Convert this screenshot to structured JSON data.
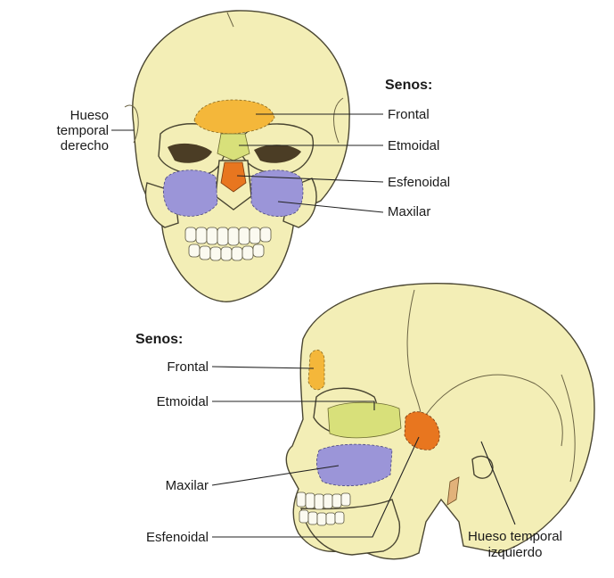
{
  "colors": {
    "bone": "#f3eeb6",
    "frontal": "#f4b73a",
    "etmoidal": "#d8e07a",
    "esfenoidal": "#e8761f",
    "maxilar": "#9b95d8"
  },
  "front_view": {
    "heading": "Senos:",
    "left_label": [
      "Hueso",
      "temporal",
      "derecho"
    ],
    "sinuses": {
      "frontal": "Frontal",
      "etmoidal": "Etmoidal",
      "esfenoidal": "Esfenoidal",
      "maxilar": "Maxilar"
    }
  },
  "side_view": {
    "heading": "Senos:",
    "sinuses": {
      "frontal": "Frontal",
      "etmoidal": "Etmoidal",
      "maxilar": "Maxilar",
      "esfenoidal": "Esfenoidal"
    },
    "bottom_label": [
      "Hueso temporal",
      "izquierdo"
    ]
  }
}
